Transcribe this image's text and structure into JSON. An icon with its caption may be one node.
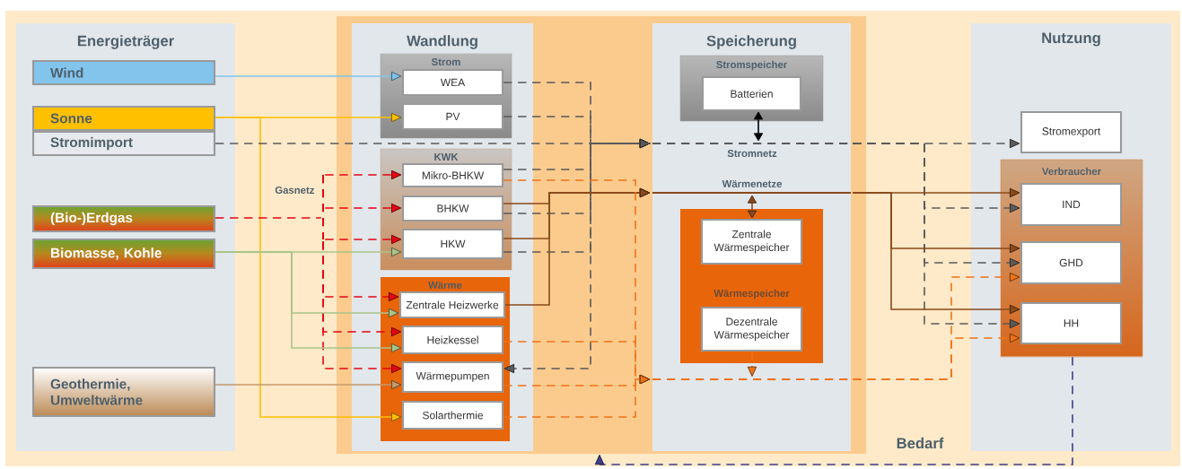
{
  "diagram": {
    "nodes": [
      {
        "text": [
          "Energieträger"
        ]
      },
      {
        "text": [
          "Wind"
        ],
        "in": 0
      },
      {
        "text": [
          "Sonne"
        ],
        "in": 0
      },
      {
        "text": [
          "Stromimport"
        ],
        "in": 0
      },
      {
        "text": [
          "(Bio-)Erdgas"
        ],
        "in": 0
      },
      {
        "text": [
          "Biomasse, Kohle"
        ],
        "in": 0
      },
      {
        "text": [
          "Geothermie, Umweltwärme"
        ],
        "in": 0
      },
      {
        "text": [
          "Gasnetz"
        ]
      },
      {
        "text": [],
        "shape": "box"
      },
      {
        "text": [
          "Wandlung"
        ],
        "in": 8
      },
      {
        "text": [
          "Strom"
        ],
        "in": 9
      },
      {
        "text": [
          "WEA"
        ],
        "in": 10
      },
      {
        "text": [
          "PV"
        ],
        "in": 10
      },
      {
        "text": [
          "KWK"
        ],
        "in": 9
      },
      {
        "text": [
          "Mikro-BHKW"
        ],
        "in": 13
      },
      {
        "text": [
          "BHKW"
        ],
        "in": 13
      },
      {
        "text": [
          "HKW"
        ],
        "in": 13
      },
      {
        "text": [
          "Wärme"
        ],
        "in": 9
      },
      {
        "text": [
          "Zentrale Heizwerke"
        ],
        "in": 17
      },
      {
        "text": [
          "Heizkessel"
        ],
        "in": 17
      },
      {
        "text": [
          "Wärmepumpen"
        ],
        "in": 17
      },
      {
        "text": [
          "Solarthermie"
        ],
        "in": 17
      },
      {
        "text": [
          "Speicherung"
        ],
        "in": 8
      },
      {
        "text": [
          "Stromspeicher"
        ],
        "in": 22
      },
      {
        "text": [
          "Batterien"
        ],
        "in": 23
      },
      {
        "text": [
          "Stromnetz"
        ],
        "in": 22
      },
      {
        "text": [
          "Wärmenetze"
        ],
        "in": 22
      },
      {
        "text": [
          "Wärmespeicher"
        ],
        "in": 22
      },
      {
        "text": [
          "Zentrale Wärmespeicher"
        ],
        "in": 27
      },
      {
        "text": [
          "Dezentrale Wärmespeicher"
        ],
        "in": 27
      },
      {
        "text": [],
        "shape": "bar",
        "in": 22
      },
      {
        "text": [
          "Nutzung"
        ]
      },
      {
        "text": [
          "Stromexport"
        ],
        "in": 31
      },
      {
        "text": [
          "Verbraucher"
        ],
        "in": 31
      },
      {
        "text": [
          "IND"
        ],
        "in": 33
      },
      {
        "text": [
          "GHD"
        ],
        "in": 33
      },
      {
        "text": [
          "HH"
        ],
        "in": 33
      }
    ],
    "edges": [
      {
        "from": 1,
        "to": 11,
        "arrow": "to",
        "color": "#7fc4ec"
      },
      {
        "from": 2,
        "to": 12,
        "arrow": "to",
        "color": "#ffc000"
      },
      {
        "from": 2,
        "to": 21,
        "arrow": "to",
        "color": "#ffc000"
      },
      {
        "from": 3,
        "to": 25,
        "arrow": "none",
        "style": "dashed",
        "color": "#5a5a5a"
      },
      {
        "from": 4,
        "to": 7,
        "arrow": "none",
        "style": "dashed",
        "color": "#e30613"
      },
      {
        "from": 7,
        "to": 14,
        "arrow": "to",
        "style": "dashed",
        "color": "#e30613"
      },
      {
        "from": 7,
        "to": 15,
        "arrow": "to",
        "style": "dashed",
        "color": "#e30613"
      },
      {
        "from": 7,
        "to": 16,
        "arrow": "to",
        "style": "dashed",
        "color": "#e30613"
      },
      {
        "from": 7,
        "to": 18,
        "arrow": "to",
        "style": "dashed",
        "color": "#e30613"
      },
      {
        "from": 7,
        "to": 19,
        "arrow": "to",
        "style": "dashed",
        "color": "#e30613"
      },
      {
        "from": 7,
        "to": 20,
        "arrow": "to",
        "style": "dashed",
        "color": "#e30613"
      },
      {
        "from": 5,
        "to": 16,
        "arrow": "to",
        "color": "#a9c48a"
      },
      {
        "from": 5,
        "to": 18,
        "arrow": "to",
        "color": "#a9c48a"
      },
      {
        "from": 5,
        "to": 19,
        "arrow": "to",
        "color": "#a9c48a"
      },
      {
        "from": 6,
        "to": 20,
        "arrow": "to",
        "color": "#c49a6c"
      },
      {
        "from": 11,
        "to": 25,
        "arrow": "to",
        "style": "dashed",
        "color": "#5a5a5a"
      },
      {
        "from": 12,
        "to": 25,
        "arrow": "to",
        "style": "dashed",
        "color": "#5a5a5a"
      },
      {
        "from": 14,
        "to": 25,
        "arrow": "to",
        "style": "dashed",
        "color": "#5a5a5a"
      },
      {
        "from": 15,
        "to": 25,
        "arrow": "to",
        "style": "dashed",
        "color": "#5a5a5a"
      },
      {
        "from": 16,
        "to": 25,
        "arrow": "to",
        "style": "dashed",
        "color": "#5a5a5a"
      },
      {
        "from": 25,
        "to": 20,
        "arrow": "to",
        "style": "dashed",
        "color": "#5a5a5a"
      },
      {
        "from": 24,
        "to": 25,
        "arrow": "both",
        "color": "#000000"
      },
      {
        "from": 25,
        "to": 32,
        "arrow": "to",
        "style": "dashed",
        "color": "#5a5a5a"
      },
      {
        "from": 25,
        "to": 34,
        "arrow": "to",
        "style": "dashed",
        "color": "#5a5a5a"
      },
      {
        "from": 25,
        "to": 35,
        "arrow": "to",
        "style": "dashed",
        "color": "#5a5a5a"
      },
      {
        "from": 25,
        "to": 36,
        "arrow": "to",
        "style": "dashed",
        "color": "#5a5a5a"
      },
      {
        "from": 15,
        "to": 26,
        "arrow": "to",
        "color": "#8a4a1a"
      },
      {
        "from": 16,
        "to": 26,
        "arrow": "to",
        "color": "#8a4a1a"
      },
      {
        "from": 18,
        "to": 26,
        "arrow": "to",
        "color": "#8a4a1a"
      },
      {
        "from": 28,
        "to": 26,
        "arrow": "both",
        "color": "#8a4a1a"
      },
      {
        "from": 26,
        "to": 34,
        "arrow": "to",
        "color": "#8a4a1a"
      },
      {
        "from": 26,
        "to": 35,
        "arrow": "to",
        "color": "#8a4a1a"
      },
      {
        "from": 26,
        "to": 36,
        "arrow": "to",
        "color": "#8a4a1a"
      },
      {
        "from": 14,
        "to": 30,
        "arrow": "to",
        "style": "dashed",
        "color": "#ee7318"
      },
      {
        "from": 19,
        "to": 30,
        "arrow": "to",
        "style": "dashed",
        "color": "#ee7318"
      },
      {
        "from": 20,
        "to": 30,
        "arrow": "to",
        "style": "dashed",
        "color": "#ee7318"
      },
      {
        "from": 21,
        "to": 30,
        "arrow": "to",
        "style": "dashed",
        "color": "#ee7318"
      },
      {
        "from": 29,
        "to": 30,
        "arrow": "to",
        "style": "dashed",
        "color": "#ee7318"
      },
      {
        "from": 30,
        "to": 35,
        "arrow": "to",
        "style": "dashed",
        "color": "#ee7318"
      },
      {
        "from": 30,
        "to": 36,
        "arrow": "to",
        "style": "dashed",
        "color": "#ee7318"
      },
      {
        "from": 33,
        "to": 8,
        "arrow": "to",
        "style": "dashed",
        "color": "#3c3f8c"
      }
    ],
    "labels": [
      "Bedarf"
    ]
  }
}
